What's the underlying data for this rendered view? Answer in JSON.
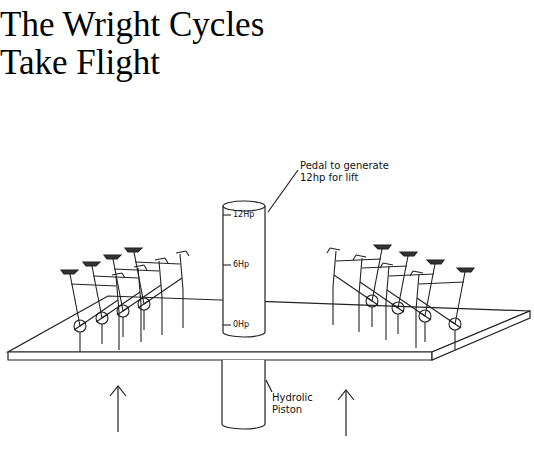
{
  "diagram": {
    "title": "The Wright Cycles Take Flight",
    "nodes": [
      {
        "text": [
          "12Hp",
          "6Hp",
          "0Hp"
        ]
      }
    ],
    "labels": [
      "Pedal to generate 12hp for lift",
      "Hydrolic Piston"
    ]
  }
}
